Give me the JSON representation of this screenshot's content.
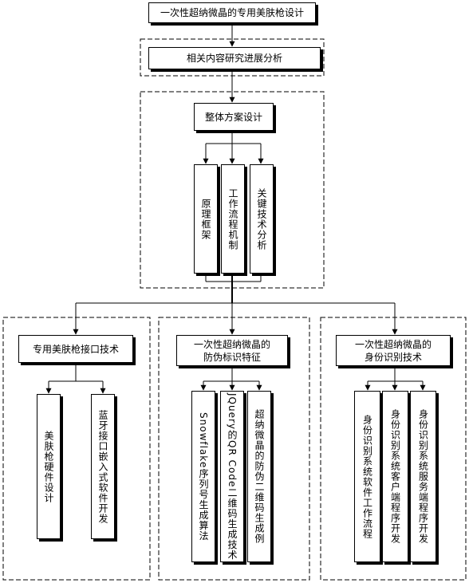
{
  "diagram": {
    "title": "一次性超纳微晶的专用美肤枪设计",
    "research": "相关内容研究进展分析",
    "overall": {
      "label": "整体方案设计",
      "children": [
        "原理框架",
        "工作流程机制",
        "关键技术分析"
      ]
    },
    "branches": [
      {
        "label": "专用美肤枪接口技术",
        "children": [
          "美肤枪硬件设计",
          "蓝牙接口嵌入式软件开发"
        ]
      },
      {
        "label": "一次性超纳微晶的\n防伪标识特征",
        "children": [
          "Snowflake序列号生成算法",
          "JQuery的QR Code二维码生成技术",
          "超纳微晶的防伪二维码生成例"
        ]
      },
      {
        "label": "一次性超纳微晶的\n身份识别技术",
        "children": [
          "身份识别系统软件工作流程",
          "身份识别系统客户端程序开发",
          "身份识别系统服务端程序开发"
        ]
      }
    ]
  }
}
